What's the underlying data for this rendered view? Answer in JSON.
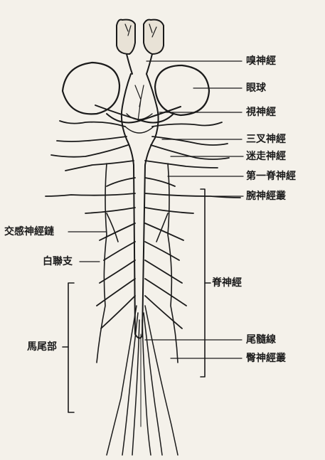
{
  "labels": {
    "olfactory_nerve": "嗅神經",
    "eyeball": "眼球",
    "optic_nerve": "視神經",
    "trigeminal_nerve": "三叉神經",
    "vagus_nerve": "迷走神經",
    "first_spinal_nerve": "第一脊神經",
    "brachial_plexus": "腕神經叢",
    "sympathetic_chain": "交感神經鏈",
    "white_ramus": "白聯支",
    "spinal_nerves": "脊神經",
    "cauda_equina": "馬尾部",
    "filum_terminale": "尾髓線",
    "sacral_plexus": "臀神經叢"
  }
}
